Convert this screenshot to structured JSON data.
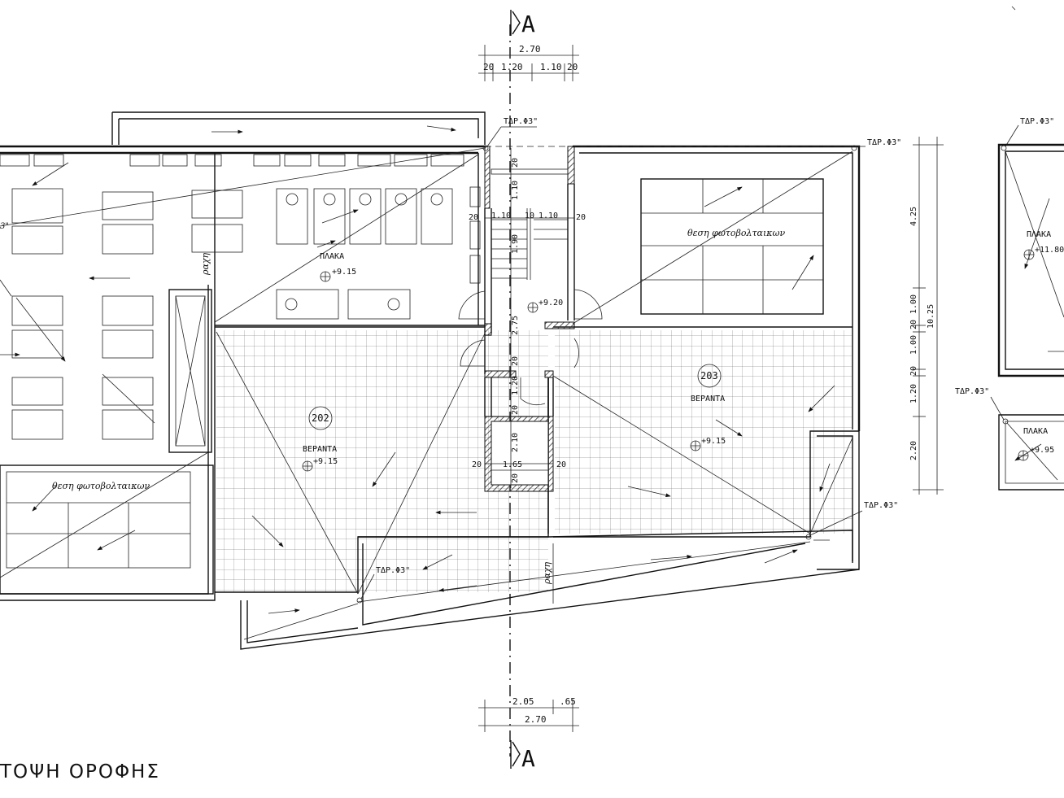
{
  "section_mark": "A",
  "drawing_title": "ΤΟΨΗ ΟΡΟΦΗΣ",
  "rooms": [
    {
      "number": "202",
      "name": "ΒΕΡΑΝΤΑ",
      "level": "+9.15"
    },
    {
      "number": "203",
      "name": "ΒΕΡΑΝΤΑ",
      "level": "+9.15"
    }
  ],
  "slab_label": "ΠΛΑΚΑ",
  "slab_level": "+9.15",
  "stair_level": "+9.20",
  "right_slab_label": "ΠΛΑΚΑ",
  "right_slab_level": "+11.80",
  "small_slab_label": "ΠΛΑΚΑ",
  "small_slab_level": "+9.95",
  "left_level_partial": "3\"",
  "pv_label": "θεση φωτοβολταικων",
  "ridge_label": "ραχη",
  "drain_label": "ΤΔΡ.Φ3\"",
  "dims_top": {
    "total": "2.70",
    "a": "20",
    "b": "1.20",
    "c": "1.10",
    "d": "20"
  },
  "dims_bottom": {
    "total": "2.70",
    "a": "2.05",
    "b": ".65"
  },
  "dims_stair_h": {
    "a": "20",
    "b": "1.10",
    "c": "10",
    "d": "1.10",
    "e": "20"
  },
  "dims_stair_v": [
    "20",
    "1.10",
    "1.90",
    "2.75",
    "20",
    "1.20",
    "20",
    "2.10",
    "20"
  ],
  "dims_lower_core": {
    "l": "20",
    "m": "1.65",
    "r": "20"
  },
  "dims_right": {
    "total": "10.25",
    "a": "4.25",
    "b": "1.00",
    "c": "20",
    "d": "1.00",
    "e": "20",
    "f": "1.20",
    "g": "2.20"
  }
}
